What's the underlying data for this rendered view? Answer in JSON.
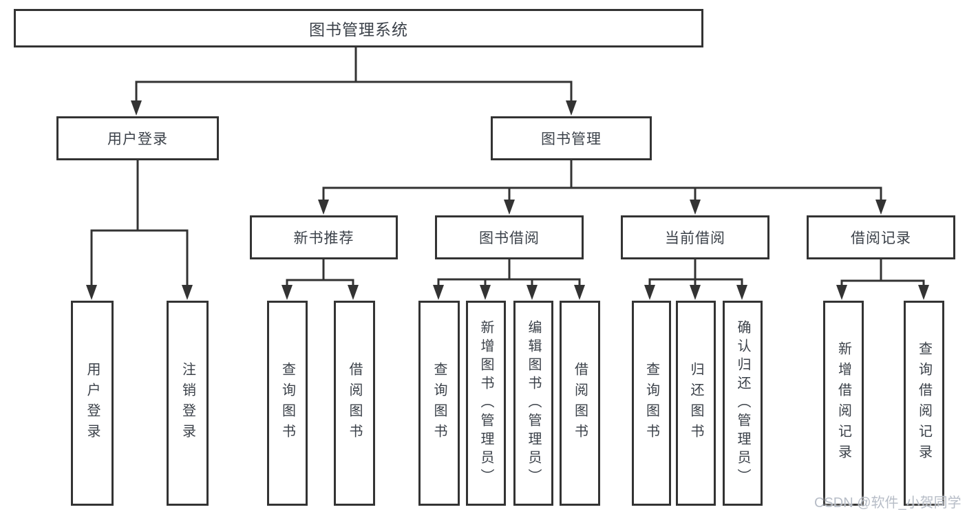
{
  "diagram_title": "图书管理系统",
  "colors": {
    "background": "#ffffff",
    "line": "#333333",
    "box_border": "#333333",
    "text": "#3b4149",
    "watermark": "#b7bdc7"
  },
  "nodes": {
    "root": {
      "label": "图书管理系统"
    },
    "user_login": {
      "label": "用户登录"
    },
    "book_mgmt": {
      "label": "图书管理"
    },
    "new_book_rec": {
      "label": "新书推荐"
    },
    "book_borrow": {
      "label": "图书借阅"
    },
    "current_borrow": {
      "label": "当前借阅"
    },
    "borrow_records": {
      "label": "借阅记录"
    },
    "login_leaf": {
      "label": "用户登录"
    },
    "logout_leaf": {
      "label": "注销登录"
    },
    "rec_query_books": {
      "label": "查询图书"
    },
    "rec_borrow_books": {
      "label": "借阅图书"
    },
    "bb_query_books": {
      "label": "查询图书"
    },
    "bb_add_books": {
      "label": "新增图书（管理员）"
    },
    "bb_edit_books": {
      "label": "编辑图书（管理员）"
    },
    "bb_borrow_books": {
      "label": "借阅图书"
    },
    "cb_query_books": {
      "label": "查询图书"
    },
    "cb_return_books": {
      "label": "归还图书"
    },
    "cb_confirm_return": {
      "label": "确认归还（管理员）"
    },
    "br_add_record": {
      "label": "新增借阅记录"
    },
    "br_query_record": {
      "label": "查询借阅记录"
    }
  },
  "hierarchy": {
    "图书管理系统": [
      "用户登录",
      "图书管理"
    ],
    "用户登录": [
      "用户登录",
      "注销登录"
    ],
    "图书管理": [
      "新书推荐",
      "图书借阅",
      "当前借阅",
      "借阅记录"
    ],
    "新书推荐": [
      "查询图书",
      "借阅图书"
    ],
    "图书借阅": [
      "查询图书",
      "新增图书（管理员）",
      "编辑图书（管理员）",
      "借阅图书"
    ],
    "当前借阅": [
      "查询图书",
      "归还图书",
      "确认归还（管理员）"
    ],
    "借阅记录": [
      "新增借阅记录",
      "查询借阅记录"
    ]
  },
  "watermark": {
    "text": "CSDN @软件_小贺同学"
  }
}
